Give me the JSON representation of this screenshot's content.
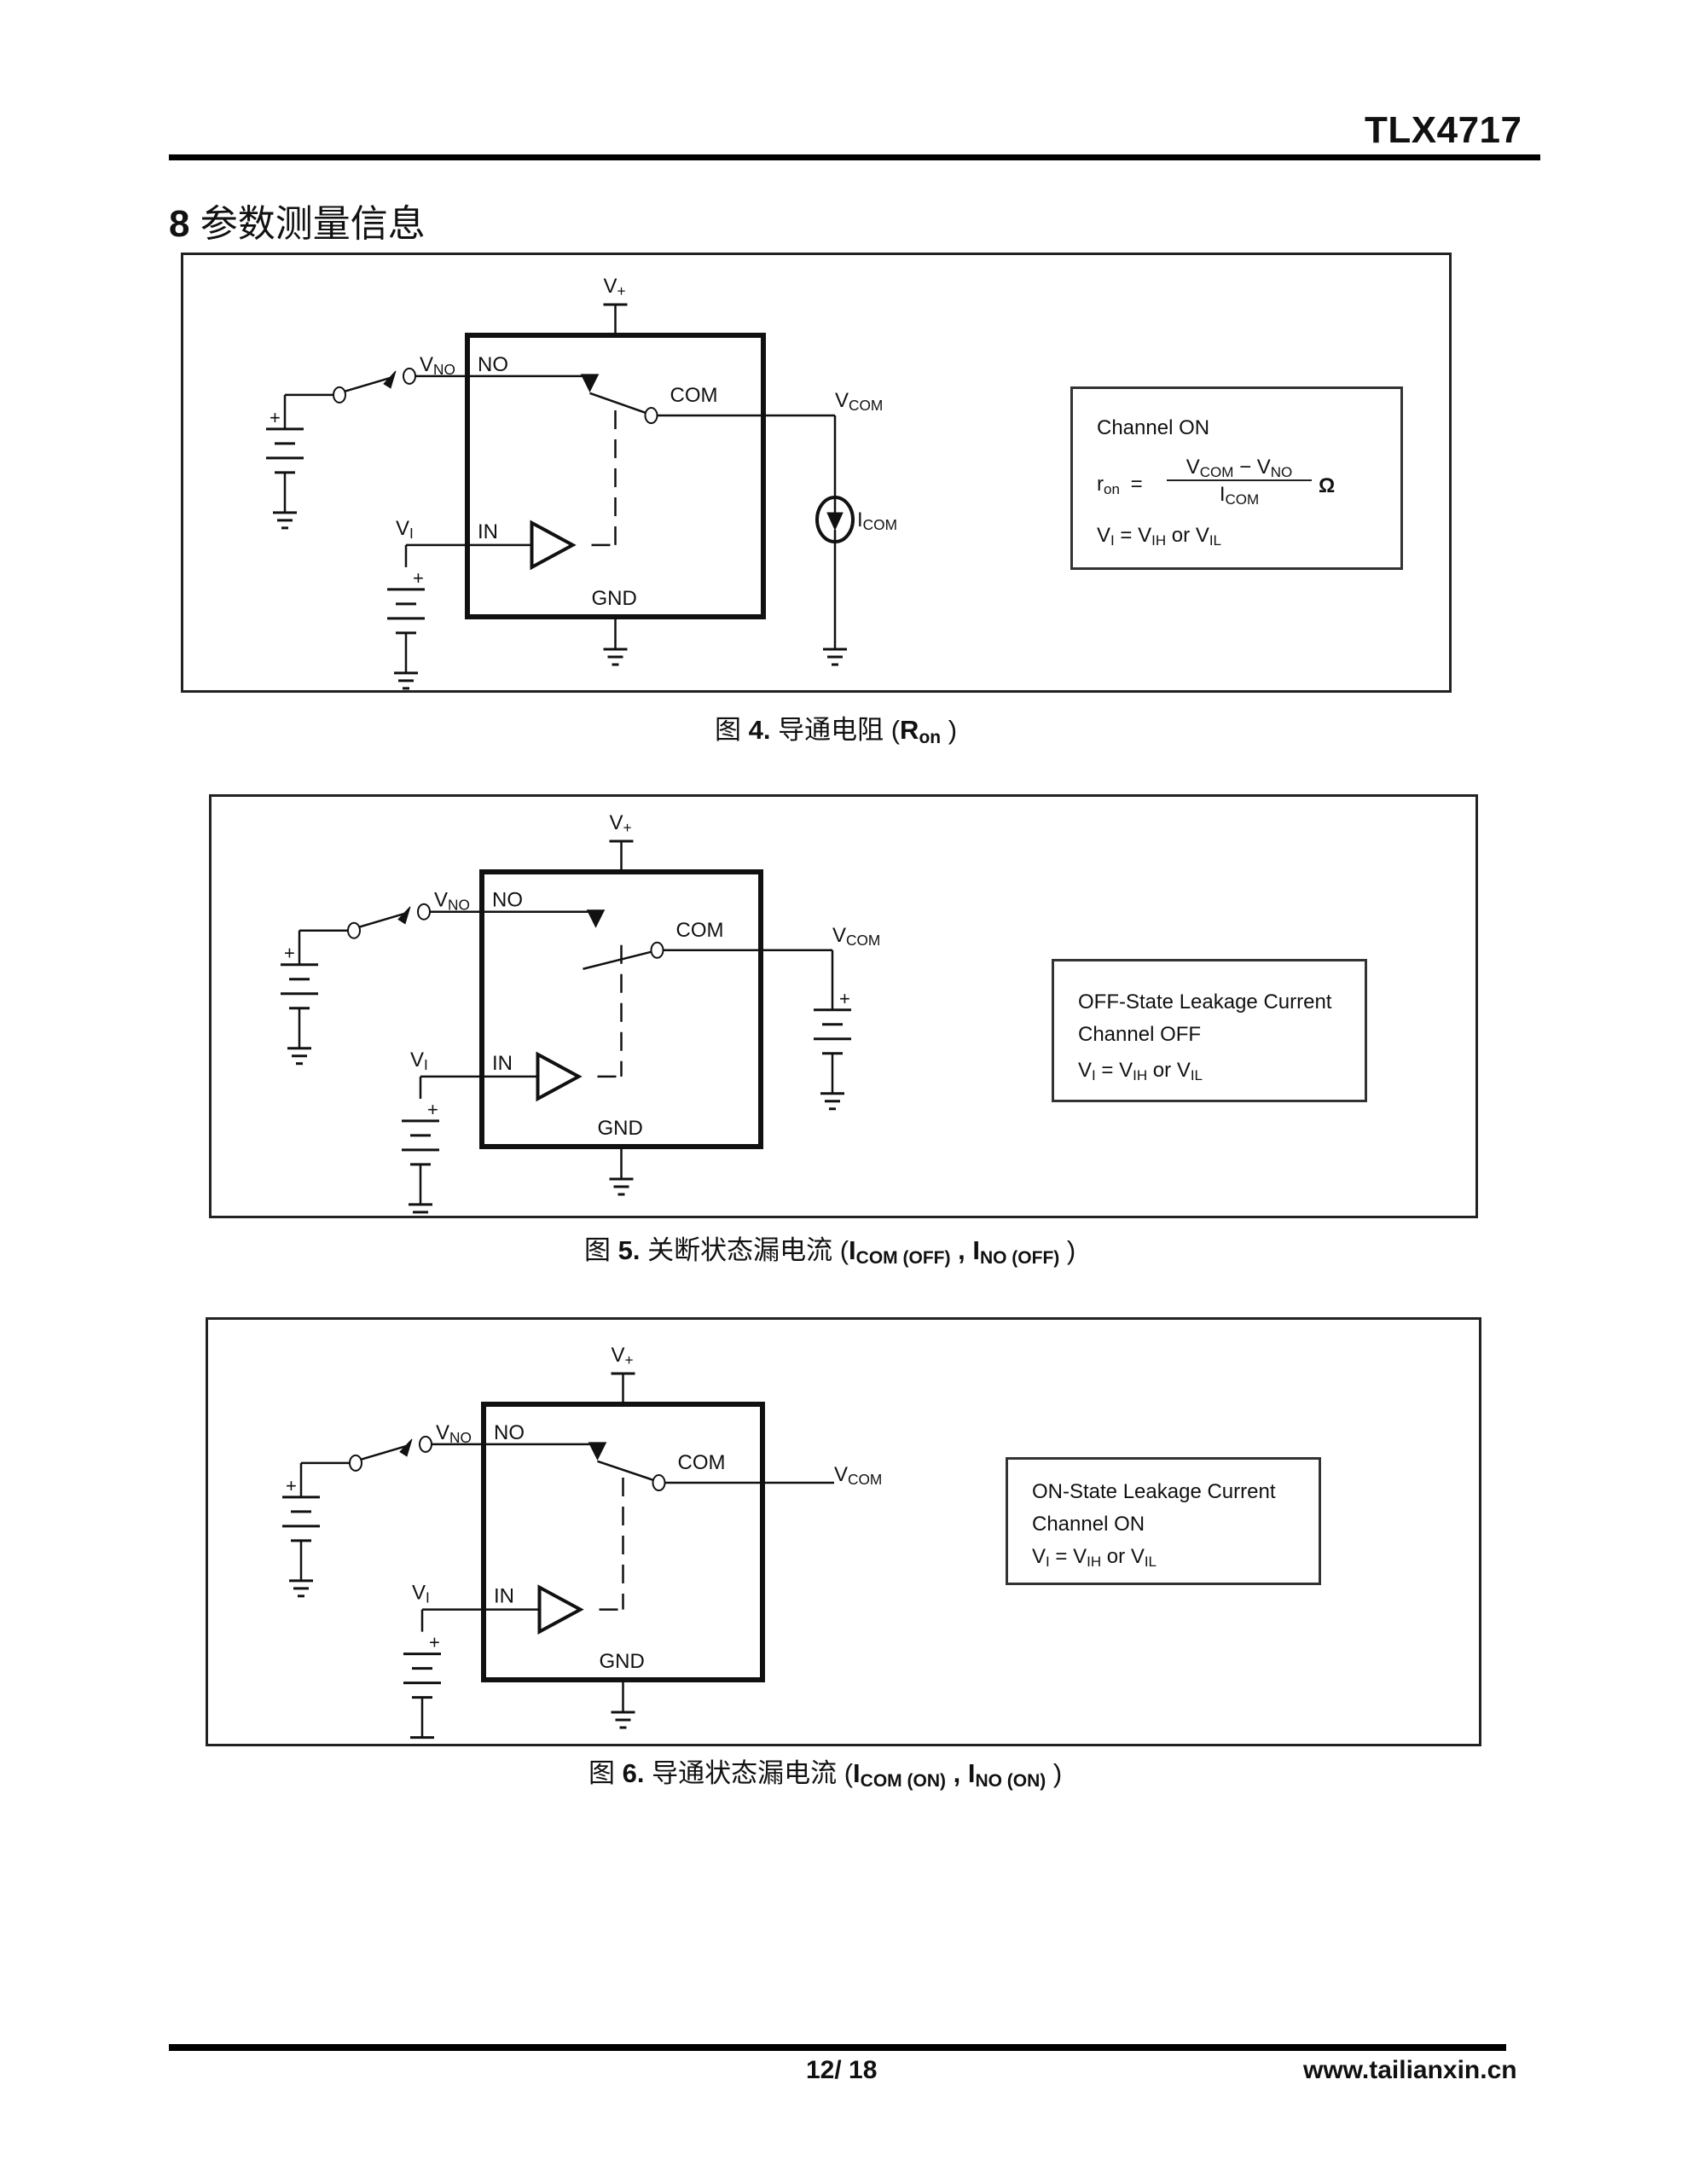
{
  "header": {
    "doc_id": "TLX4717"
  },
  "section": {
    "number": "8",
    "title": "参数测量信息"
  },
  "figures": [
    {
      "labels": {
        "vplus": "V+",
        "vno_main": "V",
        "vno_sub": "NO",
        "no": "NO",
        "com": "COM",
        "vcom_main": "V",
        "vcom_sub": "COM",
        "vi_main": "V",
        "vi_sub": "I",
        "in": "IN",
        "gnd": "GND",
        "icom_main": "I",
        "icom_sub": "COM"
      },
      "info": {
        "line1": "Channel ON",
        "ron_main": "r",
        "ron_sub": "on",
        "equals": "=",
        "num_a_main": "V",
        "num_a_sub": "COM",
        "minus": "−",
        "num_b_main": "V",
        "num_b_sub": "NO",
        "den_main": "I",
        "den_sub": "COM",
        "unit": "Ω",
        "cond": {
          "vi_main": "V",
          "vi_sub": "I",
          "eq": " = ",
          "vih_main": "V",
          "vih_sub": "IH",
          "or": " or ",
          "vil_main": "V",
          "vil_sub": "IL"
        }
      },
      "caption": {
        "prefix": "图 ",
        "num": "4.",
        "text": " 导通电阻 (",
        "sym_main": "R",
        "sym_sub": "on",
        "close": " )"
      }
    },
    {
      "labels": {
        "vplus": "V+",
        "vno_main": "V",
        "vno_sub": "NO",
        "no": "NO",
        "com": "COM",
        "vcom_main": "V",
        "vcom_sub": "COM",
        "vi_main": "V",
        "vi_sub": "I",
        "in": "IN",
        "gnd": "GND"
      },
      "info": {
        "line1": "OFF-State Leakage Current",
        "line2": "Channel OFF",
        "cond": {
          "vi_main": "V",
          "vi_sub": "I",
          "eq": " = ",
          "vih_main": "V",
          "vih_sub": "IH",
          "or": " or ",
          "vil_main": "V",
          "vil_sub": "IL"
        }
      },
      "caption": {
        "prefix": "图 ",
        "num": "5.",
        "text": " 关断状态漏电流 (",
        "a_main": "I",
        "a_sub": "COM (OFF)",
        "sep": " , ",
        "b_main": "I",
        "b_sub": "NO (OFF)",
        "close": " )"
      }
    },
    {
      "labels": {
        "vplus": "V+",
        "vno_main": "V",
        "vno_sub": "NO",
        "no": "NO",
        "com": "COM",
        "vcom_main": "V",
        "vcom_sub": "COM",
        "vi_main": "V",
        "vi_sub": "I",
        "in": "IN",
        "gnd": "GND"
      },
      "info": {
        "line1": "ON-State Leakage Current",
        "line2": "Channel ON",
        "cond": {
          "vi_main": "V",
          "vi_sub": "I",
          "eq": " = ",
          "vih_main": "V",
          "vih_sub": "IH",
          "or": " or ",
          "vil_main": "V",
          "vil_sub": "IL"
        }
      },
      "caption": {
        "prefix": "图 ",
        "num": "6.",
        "text": " 导通状态漏电流 (",
        "a_main": "I",
        "a_sub": "COM (ON)",
        "sep": " , ",
        "b_main": "I",
        "b_sub": "NO (ON)",
        "close": " )"
      }
    }
  ],
  "footer": {
    "page": "12/ 18",
    "website": "www.tailianxin.cn"
  }
}
